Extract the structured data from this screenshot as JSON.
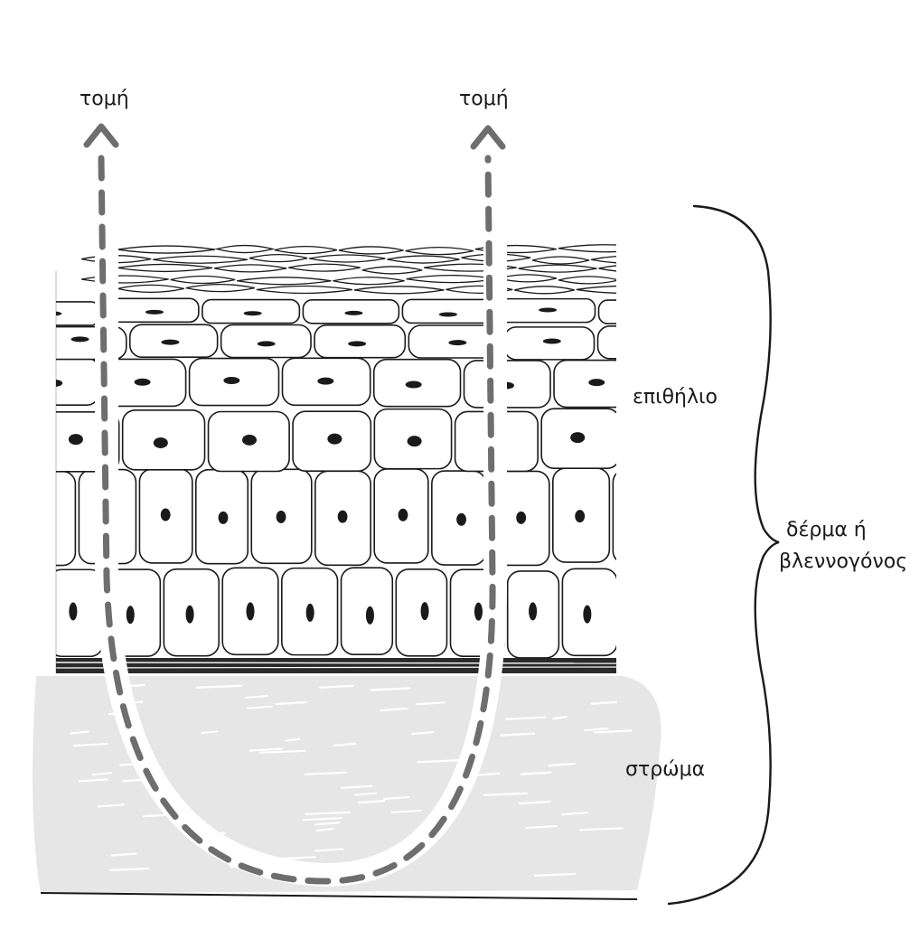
{
  "labels": {
    "cut_left": "τομή",
    "cut_right": "τομή",
    "epithelium": "επιθήλιο",
    "tissue_line1": "δέρμα ή",
    "tissue_line2": "βλεννογόνος",
    "stroma": "στρώμα"
  },
  "colors": {
    "ink": "#1a1a1a",
    "cut_path": "#6e6e6e",
    "stroma_fill": "#e6e6e6",
    "cell_fill": "#ffffff"
  }
}
